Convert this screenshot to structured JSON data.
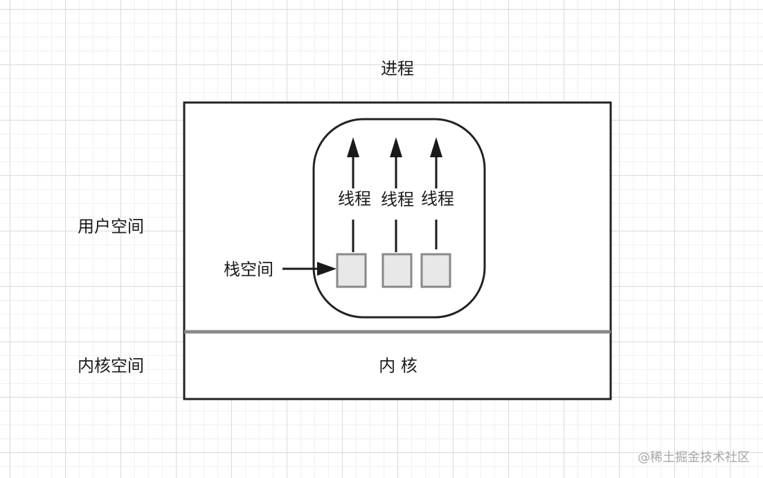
{
  "process_title": "进程",
  "user_space_label": "用户空间",
  "kernel_space_label": "内核空间",
  "kernel_label": "内 核",
  "stack_space_label": "栈空间",
  "threads": [
    {
      "label": "线程"
    },
    {
      "label": "线程"
    },
    {
      "label": "线程"
    }
  ],
  "watermark": "@稀土掘金技术社区"
}
